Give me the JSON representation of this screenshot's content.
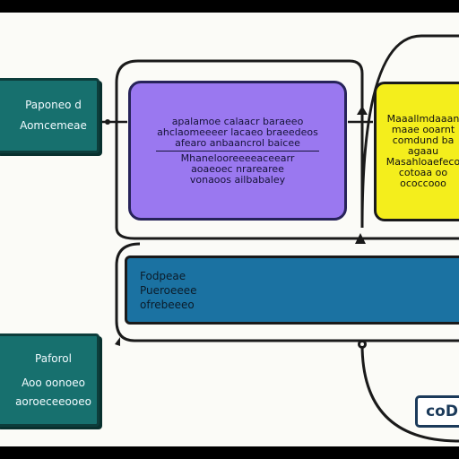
{
  "nodes": {
    "left_top": {
      "lines": [
        "Paponeo d",
        "Aomcemeae"
      ]
    },
    "left_bottom": {
      "lines": [
        "Paforol",
        "Aoo oonoeo",
        "aoroeceeooeo"
      ]
    },
    "purple": {
      "lines": [
        "apalamoe calaacr baraeeo",
        "ahclaomeeeer lacaeo braeedeos",
        "afearo anbaancrol baicee"
      ],
      "sub_lines": [
        "Mhanelooreeeeaceearr",
        "aoaeoec nrarearee",
        "vonaoos ailbabaley"
      ]
    },
    "yellow": {
      "lines": [
        "Maaallmdaaan",
        "maae ooarnt",
        "comdund ba",
        "agaau",
        "Masahloaefeco",
        "cotoaa oo",
        "ococcooo"
      ]
    },
    "blue": {
      "lines": [
        "Fodpeae",
        "Pueroeeee",
        "ofrebeeeo"
      ]
    },
    "tag": {
      "label": "coD"
    }
  },
  "colors": {
    "teal": "#17706e",
    "purple": "#9a78f0",
    "yellow": "#f4ee1c",
    "blue": "#1b72a2",
    "outline": "#1a1a1a"
  }
}
